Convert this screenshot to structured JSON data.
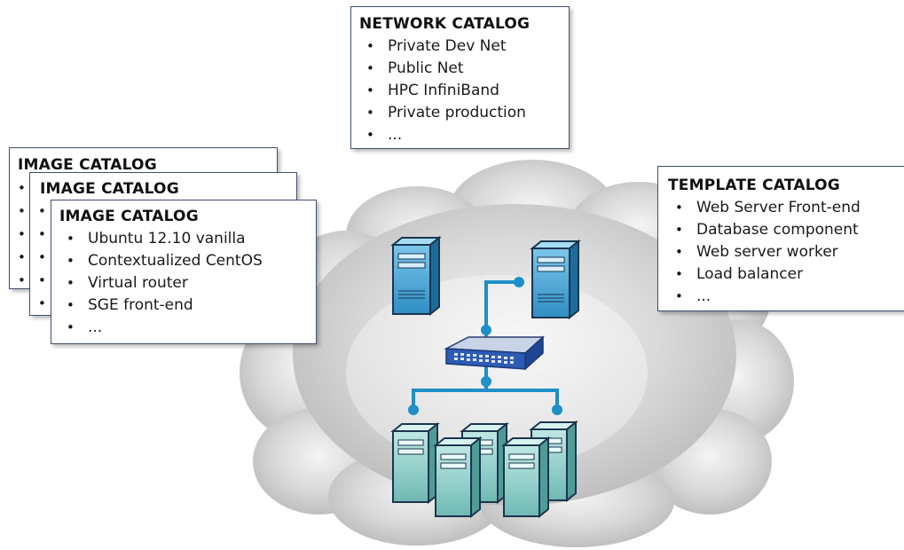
{
  "network_catalog": {
    "title": "NETWORK CATALOG",
    "items": [
      "Private Dev Net",
      "Public Net",
      "HPC InfiniBand",
      "Private production",
      "..."
    ]
  },
  "image_catalogs": [
    {
      "title": "IMAGE CATALOG"
    },
    {
      "title": "IMAGE CATALOG"
    },
    {
      "title": "IMAGE CATALOG",
      "items": [
        "Ubuntu 12.10 vanilla",
        "Contextualized CentOS",
        "Virtual router",
        "SGE front-end",
        "..."
      ]
    }
  ],
  "template_catalog": {
    "title": "TEMPLATE CATALOG",
    "items": [
      "Web Server Front-end",
      "Database component",
      "Web server worker",
      "Load balancer",
      "..."
    ]
  },
  "bullet_glyph": "•",
  "colors": {
    "cloud": "#cfcfcf",
    "server_top": "#4aa6d6",
    "server_worker": "#8ecdc8",
    "network_line": "#1e8fc7",
    "switch": "#2d5bb5",
    "box_border": "#3f4e73"
  },
  "icons": {
    "cloud": "cloud-icon",
    "server": "server-icon",
    "switch": "network-switch-icon"
  }
}
